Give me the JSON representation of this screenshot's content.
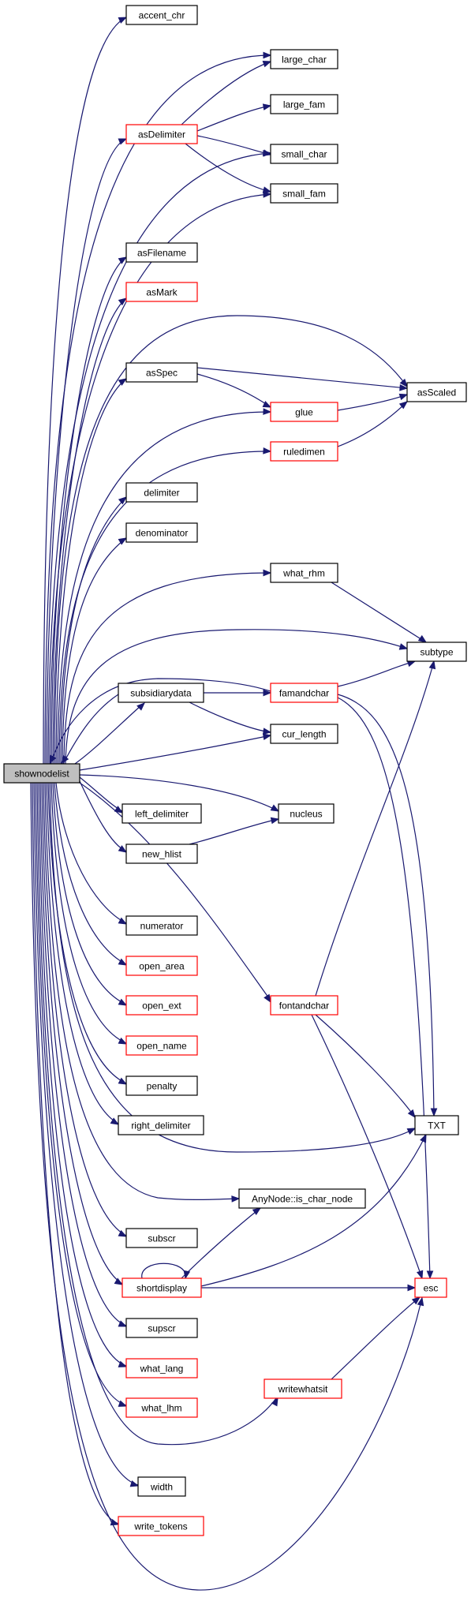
{
  "graph": {
    "colors": {
      "edge": "#191970",
      "plain_border": "#000000",
      "linked_border": "#ff0000",
      "root_fill": "#bfbfbf"
    },
    "nodes": {
      "shownodelist": "shownodelist",
      "accent_chr": "accent_chr",
      "large_char": "large_char",
      "large_fam": "large_fam",
      "asDelimiter": "asDelimiter",
      "small_char": "small_char",
      "small_fam": "small_fam",
      "asFilename": "asFilename",
      "asMark": "asMark",
      "asSpec": "asSpec",
      "asScaled": "asScaled",
      "glue": "glue",
      "ruledimen": "ruledimen",
      "delimiter": "delimiter",
      "denominator": "denominator",
      "what_rhm": "what_rhm",
      "subtype": "subtype",
      "subsidiarydata": "subsidiarydata",
      "famandchar": "famandchar",
      "cur_length": "cur_length",
      "left_delimiter": "left_delimiter",
      "nucleus": "nucleus",
      "new_hlist": "new_hlist",
      "numerator": "numerator",
      "open_area": "open_area",
      "fontandchar": "fontandchar",
      "open_ext": "open_ext",
      "open_name": "open_name",
      "TXT": "TXT",
      "penalty": "penalty",
      "right_delimiter": "right_delimiter",
      "is_char_node": "AnyNode::is_char_node",
      "subscr": "subscr",
      "shortdisplay": "shortdisplay",
      "esc": "esc",
      "supscr": "supscr",
      "what_lang": "what_lang",
      "writewhatsit": "writewhatsit",
      "what_lhm": "what_lhm",
      "width": "width",
      "write_tokens": "write_tokens"
    }
  }
}
